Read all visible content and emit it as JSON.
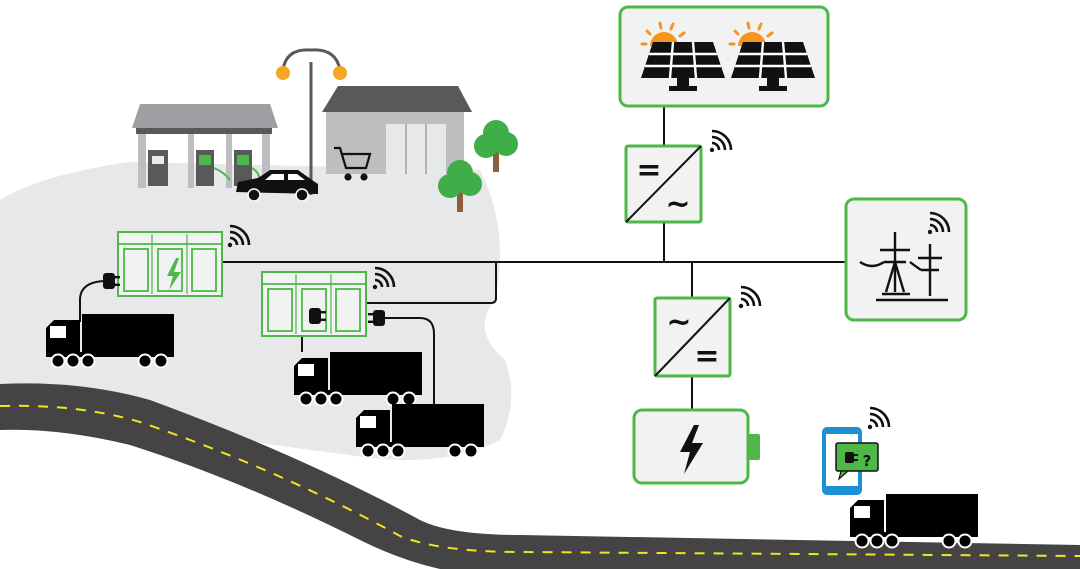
{
  "diagram": {
    "nodes": [
      {
        "id": "solar-panels",
        "icon": "solar-panel-icon"
      },
      {
        "id": "dc-ac-inverter",
        "icon": "dc-ac-converter-icon",
        "symbols": [
          "=",
          "~"
        ]
      },
      {
        "id": "ac-dc-converter",
        "icon": "ac-dc-converter-icon",
        "symbols": [
          "~",
          "="
        ]
      },
      {
        "id": "power-grid",
        "icon": "power-tower-icon"
      },
      {
        "id": "battery-storage",
        "icon": "battery-icon"
      },
      {
        "id": "charging-cabinet-1",
        "icon": "charging-cabinet-icon"
      },
      {
        "id": "charging-cabinet-2",
        "icon": "charging-cabinet-icon"
      },
      {
        "id": "truck-1",
        "icon": "truck-icon"
      },
      {
        "id": "truck-2",
        "icon": "truck-icon"
      },
      {
        "id": "truck-3",
        "icon": "truck-icon"
      },
      {
        "id": "truck-4",
        "icon": "truck-icon"
      },
      {
        "id": "smartphone-app",
        "icon": "smartphone-icon",
        "message_symbol": "?"
      },
      {
        "id": "gas-station",
        "icon": "gas-station-icon"
      },
      {
        "id": "shop",
        "icon": "shop-icon"
      },
      {
        "id": "car",
        "icon": "car-icon"
      }
    ],
    "connections": [
      [
        "solar-panels",
        "dc-ac-inverter"
      ],
      [
        "dc-ac-inverter",
        "ac-bus"
      ],
      [
        "ac-bus",
        "power-grid"
      ],
      [
        "ac-bus",
        "charging-cabinet-1"
      ],
      [
        "ac-bus",
        "charging-cabinet-2"
      ],
      [
        "ac-bus",
        "ac-dc-converter"
      ],
      [
        "ac-dc-converter",
        "battery-storage"
      ]
    ],
    "colors": {
      "accent_green": "#4db847",
      "light_green_fill": "#f1f2f2",
      "ground_gray": "#e7e8e9",
      "road": "#444444",
      "road_marking": "#f2e520",
      "sun_orange": "#f7941d",
      "phone_blue": "#1c8fd6",
      "tree_green": "#3fae49",
      "trunk_brown": "#8b5e3c",
      "lamp_yellow": "#f5a623"
    }
  }
}
